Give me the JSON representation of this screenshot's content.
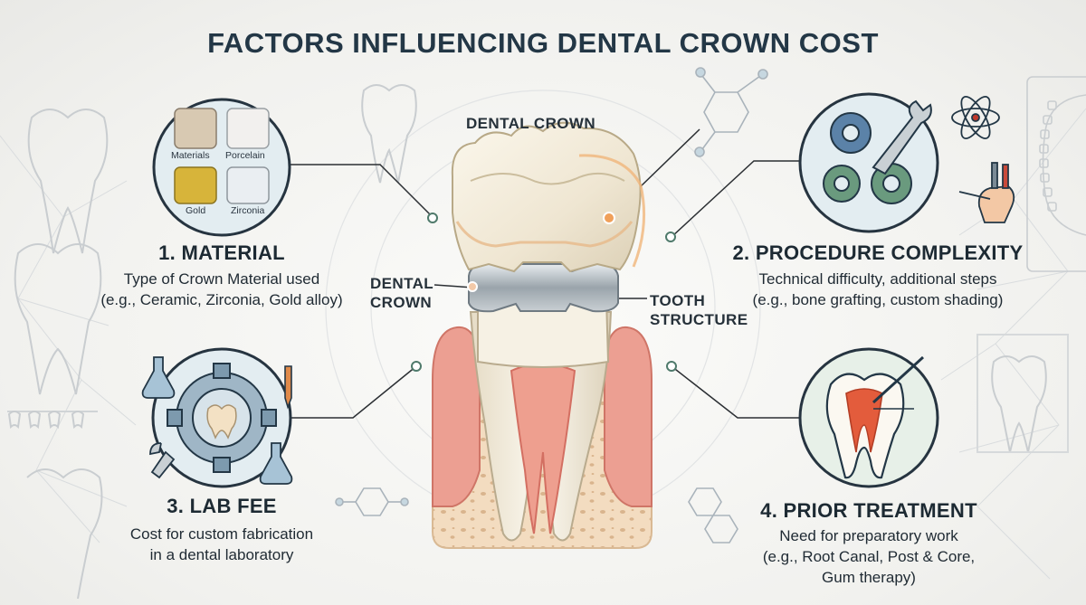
{
  "title": "FACTORS INFLUENCING DENTAL CROWN COST",
  "crown_labels": {
    "top": "DENTAL CROWN",
    "left_line1": "DENTAL",
    "left_line2": "CROWN",
    "right_line1": "TOOTH",
    "right_line2": "STRUCTURE"
  },
  "materials": [
    "Materials",
    "Porcelain",
    "Gold",
    "Zirconia"
  ],
  "factors": [
    {
      "heading": "1. MATERIAL",
      "lines": [
        "Type of Crown Material used",
        "(e.g., Ceramic, Zirconia, Gold alloy)"
      ]
    },
    {
      "heading": "2. PROCEDURE COMPLEXITY",
      "lines": [
        "Technical difficulty, additional steps",
        "(e.g., bone grafting, custom shading)"
      ]
    },
    {
      "heading": "3. LAB FEE",
      "lines": [
        "Cost for custom fabrication",
        "in a dental laboratory"
      ]
    },
    {
      "heading": "4. PRIOR TREATMENT",
      "lines": [
        "Need for preparatory work",
        "(e.g., Root Canal, Post & Core,",
        "Gum therapy)"
      ]
    }
  ],
  "colors": {
    "title": "#233746",
    "accent_orange": "#e89a52",
    "gum": "#e99a8c",
    "bone": "#f3dcc0",
    "circle_fill": "#e6eff2"
  },
  "icons": [
    "tooth-icon",
    "gear-icon",
    "wrench-icon",
    "atom-icon",
    "flask-icon",
    "molecule-icon"
  ]
}
